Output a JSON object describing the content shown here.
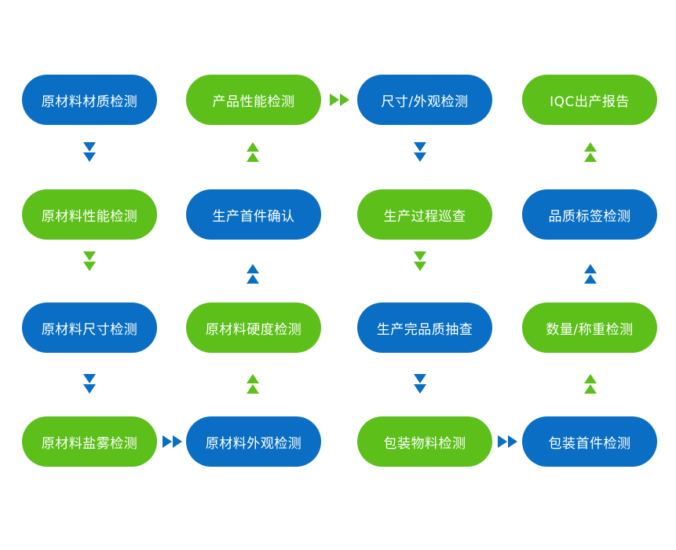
{
  "colors": {
    "blue": "#0a6fc4",
    "green": "#5cbf1a"
  },
  "steps": [
    {
      "label": "原材料材质检测",
      "color": "blue"
    },
    {
      "label": "原材料性能检测",
      "color": "green"
    },
    {
      "label": "原材料尺寸检测",
      "color": "blue"
    },
    {
      "label": "原材料盐雾检测",
      "color": "green"
    },
    {
      "label": "原材料外观检测",
      "color": "blue"
    },
    {
      "label": "原材料硬度检测",
      "color": "green"
    },
    {
      "label": "生产首件确认",
      "color": "blue"
    },
    {
      "label": "产品性能检测",
      "color": "green"
    },
    {
      "label": "尺寸/外观检测",
      "color": "blue"
    },
    {
      "label": "生产过程巡查",
      "color": "green"
    },
    {
      "label": "生产完品质抽查",
      "color": "blue"
    },
    {
      "label": "包装物料检测",
      "color": "green"
    },
    {
      "label": "包装首件检测",
      "color": "blue"
    },
    {
      "label": "数量/称重检测",
      "color": "green"
    },
    {
      "label": "品质标签检测",
      "color": "blue"
    },
    {
      "label": "IQC出产报告",
      "color": "green"
    }
  ],
  "arrows": [
    {
      "direction": "down",
      "color": "blue"
    },
    {
      "direction": "down",
      "color": "green"
    },
    {
      "direction": "down",
      "color": "blue"
    },
    {
      "direction": "right",
      "color": "blue"
    },
    {
      "direction": "up",
      "color": "green"
    },
    {
      "direction": "up",
      "color": "blue"
    },
    {
      "direction": "up",
      "color": "green"
    },
    {
      "direction": "right",
      "color": "green"
    },
    {
      "direction": "down",
      "color": "blue"
    },
    {
      "direction": "down",
      "color": "green"
    },
    {
      "direction": "down",
      "color": "blue"
    },
    {
      "direction": "right",
      "color": "blue"
    },
    {
      "direction": "up",
      "color": "green"
    },
    {
      "direction": "up",
      "color": "blue"
    },
    {
      "direction": "up",
      "color": "green"
    }
  ]
}
